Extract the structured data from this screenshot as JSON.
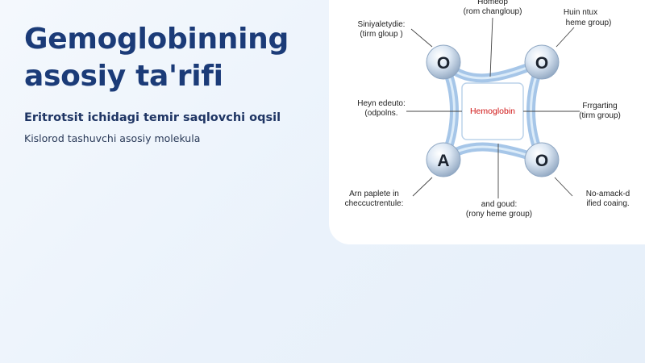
{
  "left": {
    "title": "Gemoglobinning asosiy ta'rifi",
    "subtitle": "Eritrotsit ichidagi temir saqlovchi oqsil",
    "description": "Kislorod tashuvchi asosiy molekula"
  },
  "diagram": {
    "center_label": "Hemoglobin",
    "nodes": {
      "tl": "O",
      "tr": "O",
      "bl": "A",
      "br": "O"
    },
    "labels": {
      "top_center_1": "Homeop",
      "top_center_2": "(rom changloup)",
      "top_left_1": "Siniyaletydie:",
      "top_left_2": "(tirm gloup )",
      "top_right_1": "Huin ntux",
      "top_right_2": "heme group)",
      "mid_left_1": "Heyn edeuto:",
      "mid_left_2": "(odpolns.",
      "mid_right_1": "Frrgarting",
      "mid_right_2": "(tirm group)",
      "bot_left_1": "Arn paplete in",
      "bot_left_2": "checcuctrentule:",
      "bot_center_1": "and goud:",
      "bot_center_2": "(rony heme group)",
      "bot_right_1": "No-amack-d",
      "bot_right_2": "ified coaing."
    },
    "colors": {
      "center_label": "#d01616",
      "tube": "#a9c9ea",
      "node": "#c9d9ea"
    }
  }
}
